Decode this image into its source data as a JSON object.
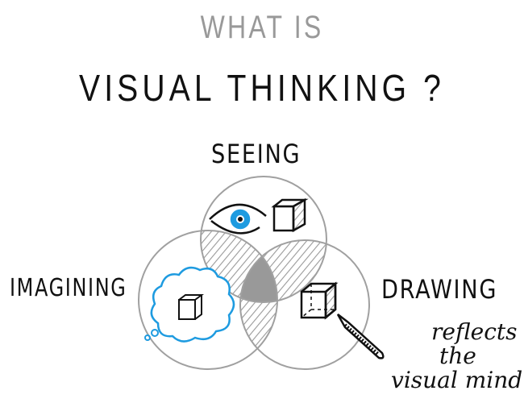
{
  "heading": {
    "line1": "WHAT IS",
    "line2": "VISUAL THINKING ?"
  },
  "labels": {
    "seeing": "SEEING",
    "imagining": "IMAGINING",
    "drawing": "DRAWING"
  },
  "caption": {
    "line1": "reflects",
    "line2": "the",
    "line3": "visual mind"
  },
  "colors": {
    "circle": "#a0a0a0",
    "accent": "#1e9be0",
    "ink": "#111111",
    "hatch": "#999999"
  }
}
